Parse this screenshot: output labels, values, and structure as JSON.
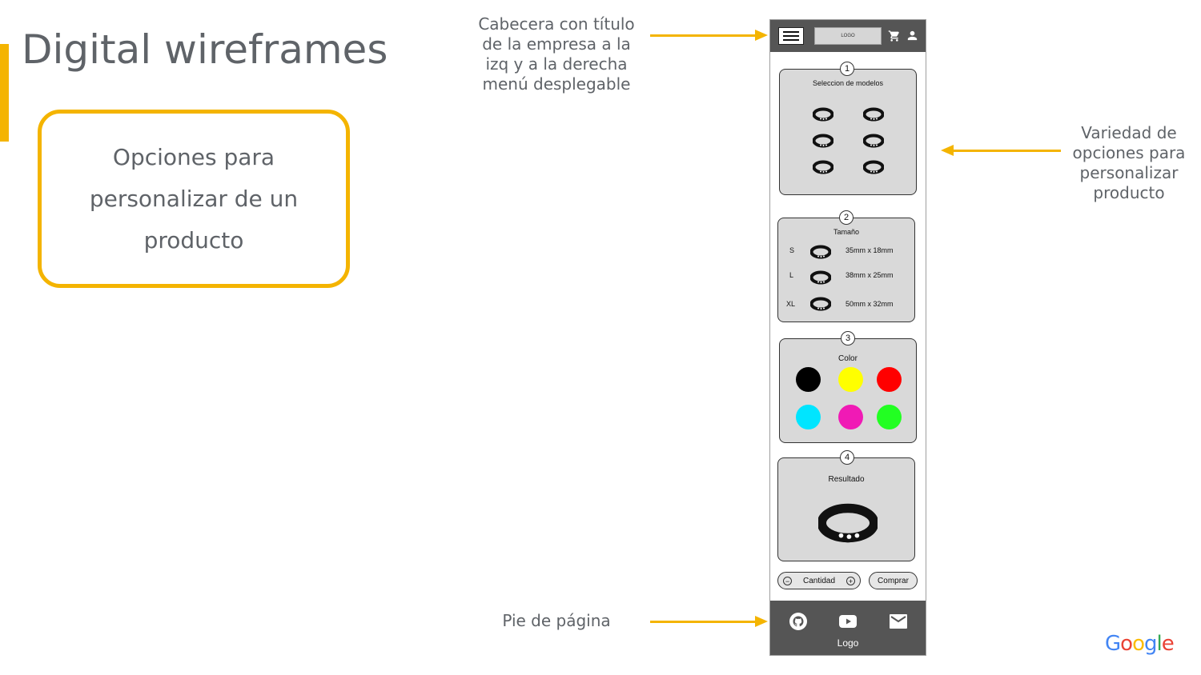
{
  "slide": {
    "title": "Digital wireframes",
    "card_text": "Opciones para personalizar de un producto",
    "accent_color": "#f4b400"
  },
  "annotations": {
    "header": "Cabecera con título de la empresa a la izq y a la derecha menú desplegable",
    "options": "Variedad de opciones para personalizar producto",
    "footer": "Pie de página"
  },
  "phone": {
    "header": {
      "logo": "LOGO",
      "icons": [
        "menu-icon",
        "cart-icon",
        "user-icon"
      ]
    },
    "sections": [
      {
        "number": "1",
        "title": "Seleccion de modelos"
      },
      {
        "number": "2",
        "title": "Tamaño",
        "sizes": [
          {
            "label": "S",
            "dims": "35mm x 18mm"
          },
          {
            "label": "L",
            "dims": "38mm x 25mm"
          },
          {
            "label": "XL",
            "dims": "50mm x 32mm"
          }
        ]
      },
      {
        "number": "3",
        "title": "Color",
        "colors": [
          "#000000",
          "#ffff00",
          "#ff0000",
          "#00e5ff",
          "#f01ab5",
          "#22ff22"
        ]
      },
      {
        "number": "4",
        "title": "Resultado"
      }
    ],
    "quantity_label": "Cantidad",
    "buy_label": "Comprar",
    "footer": {
      "icons": [
        "github-icon",
        "youtube-icon",
        "mail-icon"
      ],
      "logo": "Logo"
    }
  },
  "brand": {
    "text": "Google"
  }
}
